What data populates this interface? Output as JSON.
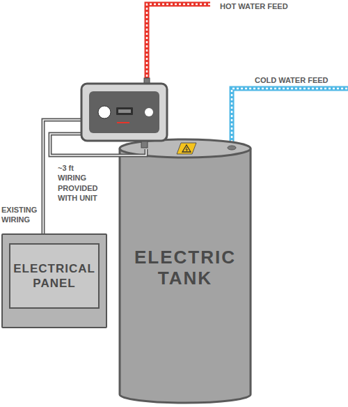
{
  "diagram": {
    "nodes": [
      {
        "text": [
          "ELECTRIC TANK"
        ]
      },
      {
        "text": [
          "ELECTRICAL PANEL"
        ]
      }
    ],
    "labels": [
      "HOT WATER FEED",
      "COLD WATER FEED",
      "~3 ft WIRING PROVIDED WITH UNIT",
      "EXISTING WIRING"
    ]
  }
}
